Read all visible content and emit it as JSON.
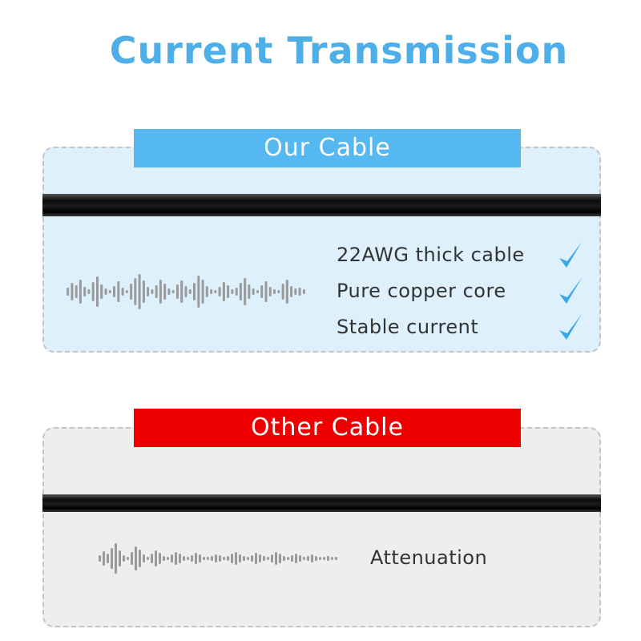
{
  "title": "Current Transmission",
  "our_cable": {
    "banner": "Our Cable",
    "features": [
      {
        "text": "22AWG thick cable",
        "icon": "check-icon"
      },
      {
        "text": "Pure copper core",
        "icon": "check-icon"
      },
      {
        "text": "Stable current",
        "icon": "check-icon"
      }
    ],
    "wave_icon": "sound-wave-icon"
  },
  "other_cable": {
    "banner": "Other Cable",
    "status": "Attenuation",
    "wave_icon": "sound-wave-icon"
  },
  "colors": {
    "title": "#4eaee8",
    "our_banner": "#55b8f0",
    "other_banner": "#ee0000",
    "our_panel": "#ddf0fc",
    "other_panel": "#eeeeee",
    "check": "#3aa6ea",
    "wave": "#9a9a9a"
  }
}
